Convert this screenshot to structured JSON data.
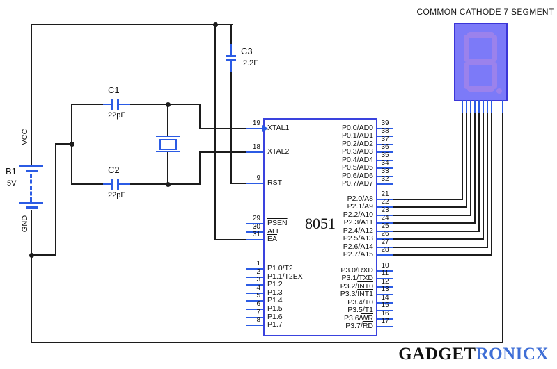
{
  "title": "COMMON CATHODE 7 SEGMENT",
  "logo": {
    "black_part": "GADGET",
    "blue_part": "RONICX"
  },
  "power": {
    "battery_ref": "B1",
    "battery_value": "5V",
    "positive_rail": "VCC",
    "negative_rail": "GND"
  },
  "capacitors": {
    "c1": {
      "ref": "C1",
      "value": "22pF"
    },
    "c2": {
      "ref": "C2",
      "value": "22pF"
    },
    "c3": {
      "ref": "C3",
      "value": "2.2F"
    }
  },
  "chip": {
    "name": "8051",
    "left_pins": [
      {
        "num": "19",
        "pre": "XTAL1",
        "over": ""
      },
      {
        "num": "18",
        "pre": "XTAL2",
        "over": ""
      },
      {
        "num": "9",
        "pre": "RST",
        "over": ""
      },
      {
        "num": "29",
        "pre": "",
        "over": "PSEN"
      },
      {
        "num": "30",
        "pre": "ALE",
        "over": ""
      },
      {
        "num": "31",
        "pre": "",
        "over": "EA"
      },
      {
        "num": "1",
        "pre": "P1.0/T2",
        "over": ""
      },
      {
        "num": "2",
        "pre": "P1.1/T2EX",
        "over": ""
      },
      {
        "num": "3",
        "pre": "P1.2",
        "over": ""
      },
      {
        "num": "4",
        "pre": "P1.3",
        "over": ""
      },
      {
        "num": "5",
        "pre": "P1.4",
        "over": ""
      },
      {
        "num": "6",
        "pre": "P1.5",
        "over": ""
      },
      {
        "num": "7",
        "pre": "P1.6",
        "over": ""
      },
      {
        "num": "8",
        "pre": "P1.7",
        "over": ""
      }
    ],
    "right_pins": [
      {
        "num": "39",
        "pre": "P0.0/AD0",
        "over": ""
      },
      {
        "num": "38",
        "pre": "P0.1/AD1",
        "over": ""
      },
      {
        "num": "37",
        "pre": "P0.2/AD2",
        "over": ""
      },
      {
        "num": "36",
        "pre": "P0.3/AD3",
        "over": ""
      },
      {
        "num": "35",
        "pre": "P0.4/AD4",
        "over": ""
      },
      {
        "num": "34",
        "pre": "P0.5/AD5",
        "over": ""
      },
      {
        "num": "33",
        "pre": "P0.6/AD6",
        "over": ""
      },
      {
        "num": "32",
        "pre": "P0.7/AD7",
        "over": ""
      },
      {
        "num": "21",
        "pre": "P2.0/A8",
        "over": ""
      },
      {
        "num": "22",
        "pre": "P2.1/A9",
        "over": ""
      },
      {
        "num": "23",
        "pre": "P2.2/A10",
        "over": ""
      },
      {
        "num": "24",
        "pre": "P2.3/A11",
        "over": ""
      },
      {
        "num": "25",
        "pre": "P2.4/A12",
        "over": ""
      },
      {
        "num": "26",
        "pre": "P2.5/A13",
        "over": ""
      },
      {
        "num": "27",
        "pre": "P2.6/A14",
        "over": ""
      },
      {
        "num": "28",
        "pre": "P2.7/A15",
        "over": ""
      },
      {
        "num": "10",
        "pre": "P3.0/RXD",
        "over": ""
      },
      {
        "num": "11",
        "pre": "P3.1/TXD",
        "over": ""
      },
      {
        "num": "12",
        "pre": "P3.2/",
        "over": "INT0"
      },
      {
        "num": "13",
        "pre": "P3.3/",
        "over": "INT1"
      },
      {
        "num": "14",
        "pre": "P3.4/T0",
        "over": ""
      },
      {
        "num": "15",
        "pre": "P3.5/T1",
        "over": ""
      },
      {
        "num": "16",
        "pre": "P3.6/",
        "over": "WR"
      },
      {
        "num": "17",
        "pre": "P3.7/",
        "over": "RD"
      }
    ]
  },
  "display": {
    "lit_segments": [
      "a",
      "b",
      "c",
      "d",
      "e",
      "f",
      "g",
      "dp"
    ]
  },
  "colors": {
    "wire": "#1c1c1c",
    "blue": "#2b5be4",
    "chip_border": "#3a43de",
    "disp_border": "#3b35d8",
    "disp_fill": "#7c7af8",
    "disp_seg": "#9b82ec",
    "logo_blue": "#3e6ed6",
    "text": "#111111"
  }
}
